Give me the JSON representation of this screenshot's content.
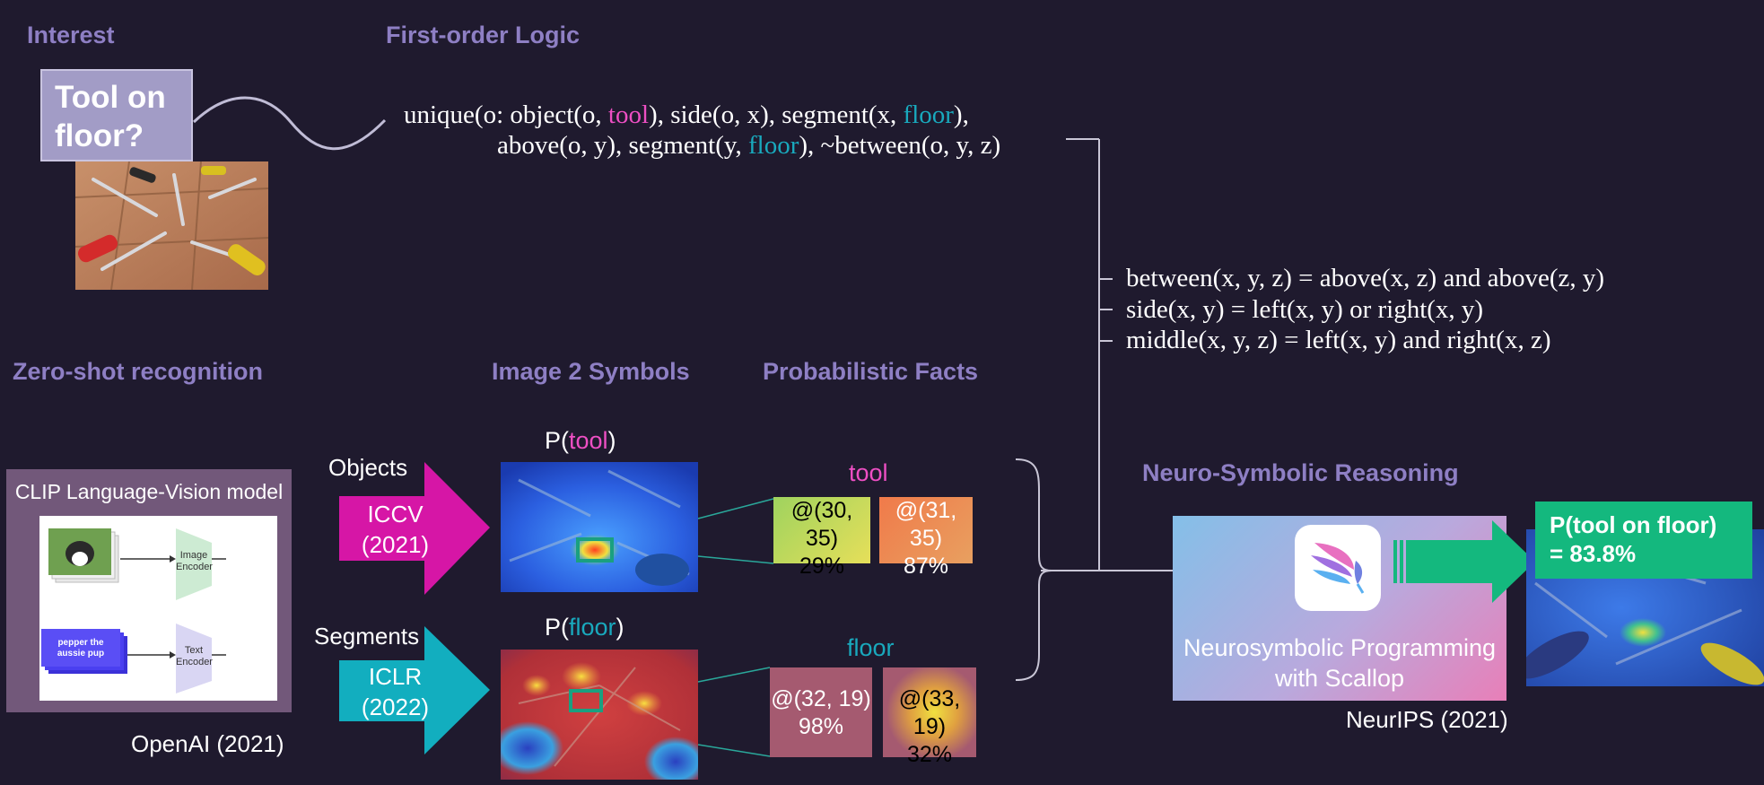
{
  "sections": {
    "interest": "Interest",
    "first_order_logic": "First-order Logic",
    "zero_shot": "Zero-shot recognition",
    "image2symbols": "Image 2 Symbols",
    "prob_facts": "Probabilistic Facts",
    "neuro_symbolic": "Neuro-Symbolic Reasoning"
  },
  "interest": {
    "q_line1": "Tool on",
    "q_line2": "floor?"
  },
  "logic": {
    "l1_a": "unique(o: object(o, ",
    "l1_tool": "tool",
    "l1_b": "), side(o, x), segment(x, ",
    "l1_floor": "floor",
    "l1_c": "),",
    "l2_a": "above(o, y), segment(y, ",
    "l2_floor": "floor",
    "l2_b": "), ~between(o, y, z)"
  },
  "rules": [
    "between(x, y, z) = above(x, z) and above(z, y)",
    "side(x, y) = left(x, y) or right(x, y)",
    "middle(x, y, z) = left(x, y) and right(x, z)"
  ],
  "clip": {
    "title": "CLIP Language-Vision model",
    "image_encoder": [
      "Image",
      "Encoder"
    ],
    "text_encoder": [
      "Text",
      "Encoder"
    ],
    "pup_text": [
      "pepper the",
      "aussie pup"
    ],
    "credit": "OpenAI (2021)"
  },
  "objects": {
    "label": "Objects",
    "venue": "ICCV",
    "year": "(2021)",
    "p_prefix": "P(",
    "p_term": "tool",
    "p_suffix": ")"
  },
  "segments": {
    "label": "Segments",
    "venue": "ICLR",
    "year": "(2022)",
    "p_prefix": "P(",
    "p_term": "floor",
    "p_suffix": ")"
  },
  "facts": {
    "tool_label": "tool",
    "tool": [
      {
        "coord": "@(30, 35)",
        "pct": "29%"
      },
      {
        "coord": "@(31, 35)",
        "pct": "87%"
      }
    ],
    "floor_label": "floor",
    "floor": [
      {
        "coord": "@(32, 19)",
        "pct": "98%"
      },
      {
        "coord": "@(33, 19)",
        "pct": "32%"
      }
    ]
  },
  "scallop": {
    "line1": "Neurosymbolic Programming",
    "line2": "with Scallop",
    "credit": "NeurIPS (2021)"
  },
  "result": {
    "line1": "P(tool on floor)",
    "line2": "= 83.8%"
  },
  "colors": {
    "background": "#1f1a2e",
    "section_heading": "#8e7fc4",
    "tool": "#ee4fc4",
    "floor": "#19a9bd",
    "iccv_arrow": "#d616a6",
    "iclr_arrow": "#12aebf",
    "result_green": "#14b87e"
  }
}
